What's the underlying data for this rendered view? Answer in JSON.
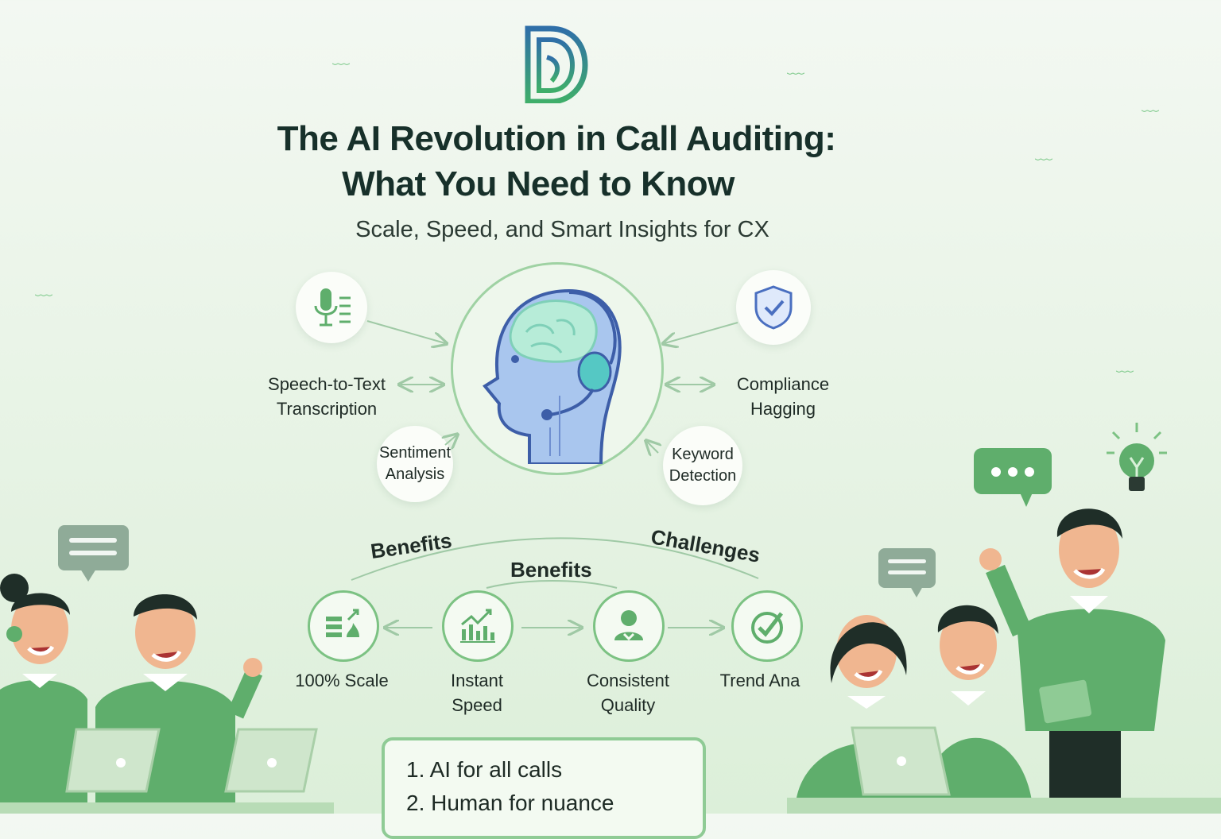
{
  "header": {
    "title_line1": "The AI Revolution in Call Auditing:",
    "title_line2": "What You Need to Know",
    "subtitle": "Scale, Speed, and Smart Insights for CX"
  },
  "features": {
    "speech": "Speech-to-Text\nTranscription",
    "compliance": "Compliance\nHagging",
    "sentiment": "Sentiment\nAnalysis",
    "keyword": "Keyword\nDetection"
  },
  "arc": {
    "left": "Benefits",
    "right": "Challenges",
    "center": "Benefits"
  },
  "benefits": [
    {
      "label": "100% Scale",
      "icon": "scale-chart-icon"
    },
    {
      "label": "Instant\nSpeed",
      "icon": "bar-trend-icon"
    },
    {
      "label": "Consistent\nQuality",
      "icon": "person-icon"
    },
    {
      "label": "Trend Ana",
      "icon": "check-circle-icon"
    }
  ],
  "list": {
    "item1": "1. AI for all calls",
    "item2": "2. Human for nuance"
  },
  "colors": {
    "accent": "#5fae6c",
    "ring": "#9fd2a3",
    "background": "#eaf4e7",
    "head": "#a9c6ee"
  }
}
